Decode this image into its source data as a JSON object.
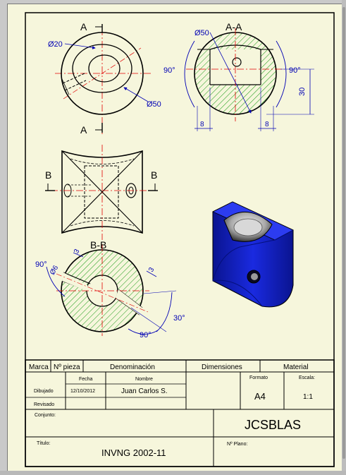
{
  "views": {
    "section_labels": {
      "cut_a_top": "A",
      "cut_a_bottom": "A",
      "cut_b_left": "B",
      "cut_b_right": "B",
      "section_aa_title": "A-A",
      "section_bb_title": "B-B"
    },
    "dimensions": {
      "top_small_dia": "Ø20",
      "top_large_dia": "Ø50",
      "aa_dia": "Ø50",
      "aa_angle_left": "90°",
      "aa_angle_right": "90°",
      "aa_height": "30",
      "aa_bottom_left": "8",
      "aa_bottom_right": "8",
      "bb_angle_left": "90°",
      "bb_hole_dia": "Ø6",
      "bb_small_3_left": "3",
      "bb_small_3_right": "3",
      "bb_angle_30": "30°",
      "bb_angle_bottom": "90°"
    }
  },
  "title_block": {
    "headers": {
      "marca": "Marca",
      "pieza": "Nº pieza",
      "denominacion": "Denominación",
      "dimensiones": "Dimensiones",
      "material": "Material"
    },
    "fecha_label": "Fecha",
    "nombre_label": "Nombre",
    "formato_label": "Formato",
    "escala_label": "Escala:",
    "dibujado_label": "Dibujado",
    "revisado_label": "Revisado",
    "fecha_value": "12/10/2012",
    "nombre_value": "Juan Carlos S.",
    "formato_value": "A4",
    "escala_value": "1:1",
    "conjunto_label": "Conjunto:",
    "company": "JCSBLAS",
    "titulo_label": "Título:",
    "titulo_value": "INVNG 2002-11",
    "plano_label": "Nº Plano:"
  },
  "colors": {
    "sheet": "#f6f6dc",
    "line": "#000000",
    "centerline": "#e00000",
    "dimension": "#0000b4",
    "hatch": "#009000",
    "model": "#0f1ec8"
  }
}
